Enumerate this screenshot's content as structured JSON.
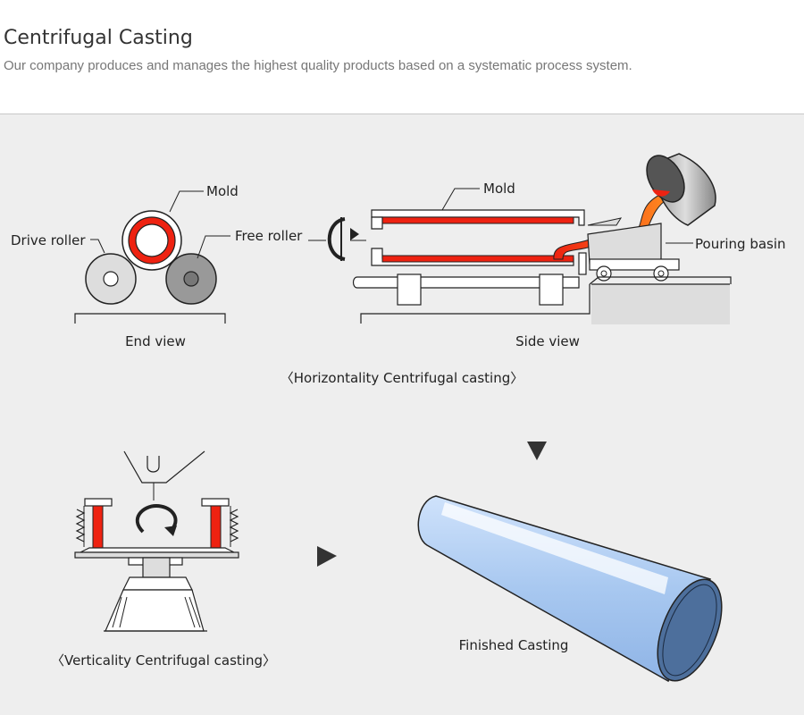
{
  "header": {
    "title": "Centrifugal Casting",
    "subtitle": "Our company produces and manages the highest quality products based on a systematic process system."
  },
  "end_view": {
    "caption": "End view",
    "mold_label": "Mold",
    "drive_roller_label": "Drive roller",
    "free_roller_label": "Free roller"
  },
  "side_view": {
    "caption": "Side view",
    "mold_label": "Mold",
    "pouring_basin_label": "Pouring basin"
  },
  "horizontal_caption": "〈Horizontality Centrifugal casting〉",
  "vertical_caption": "〈Verticality Centrifugal casting〉",
  "finished_label": "Finished Casting",
  "colors": {
    "molten": "#ee2211",
    "panel_bg": "#eeeeee",
    "pipe_body": "#a8c8f0",
    "pipe_end": "#4d6f9c",
    "arrow": "#333333"
  },
  "icons": [
    "rotation-arrow-icon",
    "down-triangle-icon",
    "right-triangle-icon"
  ]
}
